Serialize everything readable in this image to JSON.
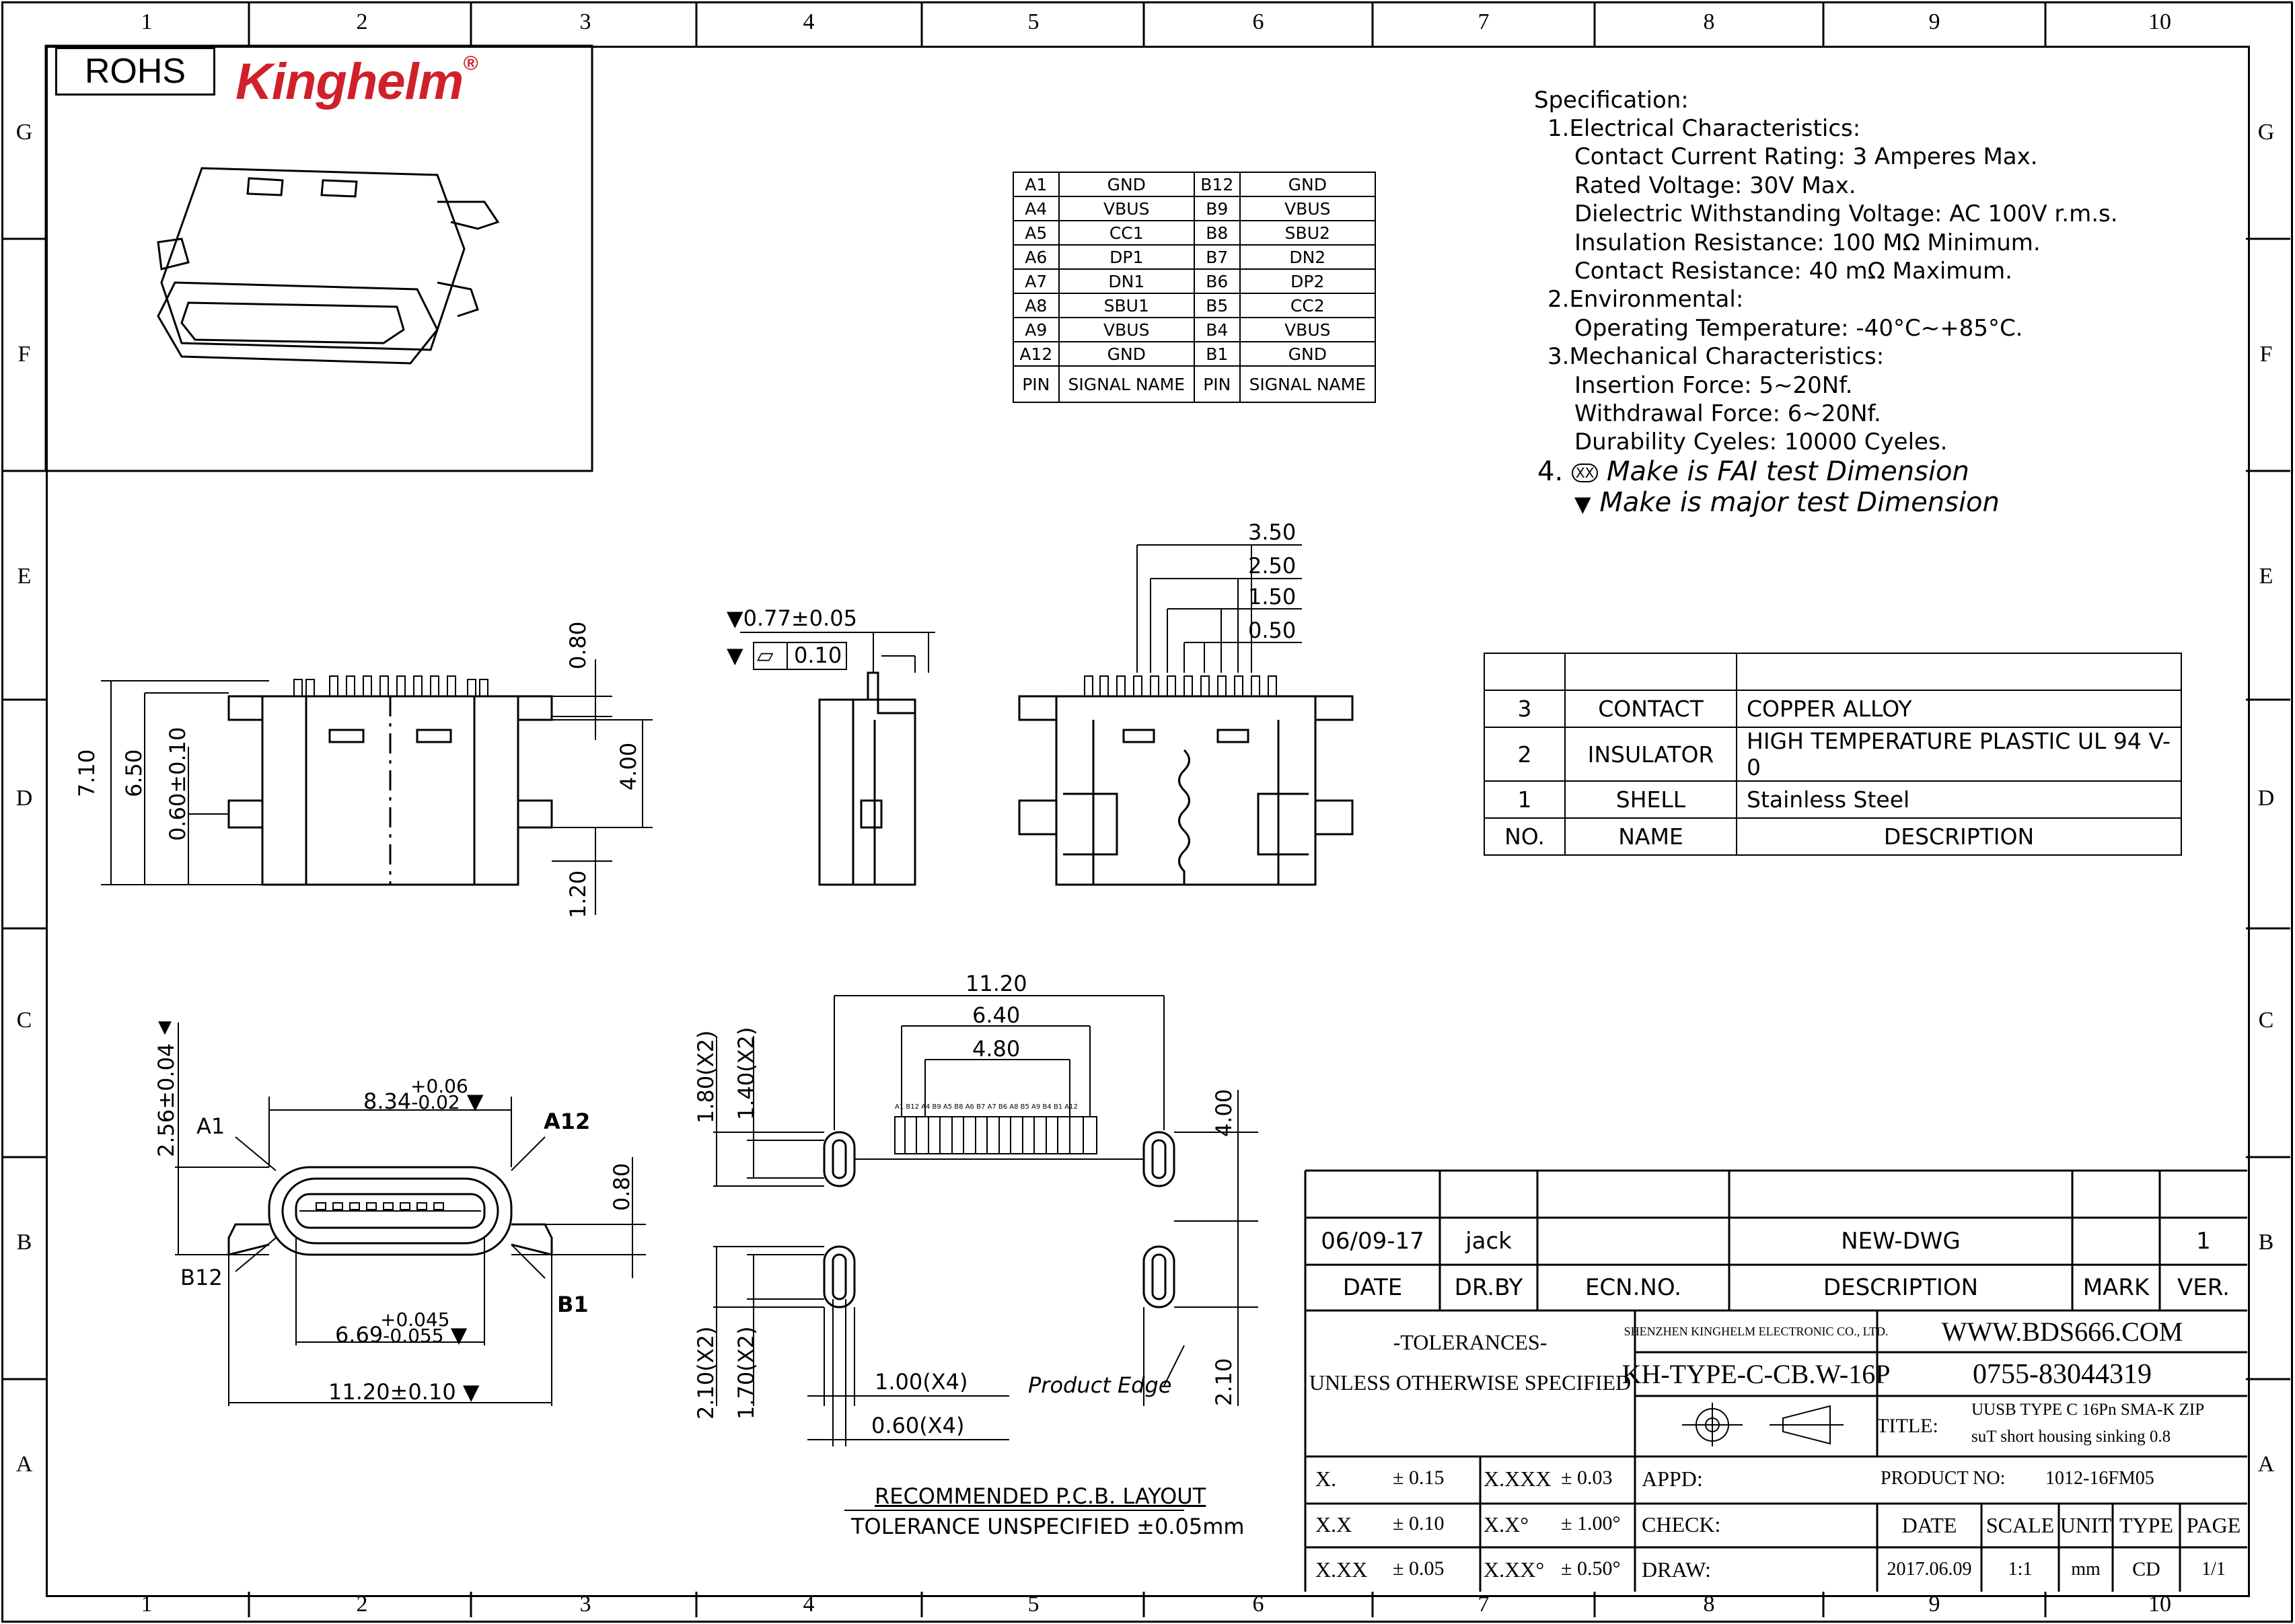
{
  "border": {
    "columns": [
      "1",
      "2",
      "3",
      "4",
      "5",
      "6",
      "7",
      "8",
      "9",
      "10"
    ],
    "rows": [
      "G",
      "F",
      "E",
      "D",
      "C",
      "B",
      "A"
    ]
  },
  "logo": {
    "rohs": "ROHS",
    "brand": "Kinghelm",
    "reg": "®"
  },
  "pin_table": {
    "rows": [
      [
        "A1",
        "GND",
        "B12",
        "GND"
      ],
      [
        "A4",
        "VBUS",
        "B9",
        "VBUS"
      ],
      [
        "A5",
        "CC1",
        "B8",
        "SBU2"
      ],
      [
        "A6",
        "DP1",
        "B7",
        "DN2"
      ],
      [
        "A7",
        "DN1",
        "B6",
        "DP2"
      ],
      [
        "A8",
        "SBU1",
        "B5",
        "CC2"
      ],
      [
        "A9",
        "VBUS",
        "B4",
        "VBUS"
      ],
      [
        "A12",
        "GND",
        "B1",
        "GND"
      ]
    ],
    "header": [
      "PIN",
      "SIGNAL NAME",
      "PIN",
      "SIGNAL NAME"
    ]
  },
  "spec": {
    "lines": [
      "Specification:",
      "1.Electrical Characteristics:",
      "Contact Current Rating: 3 Amperes Max.",
      "Rated Voltage:  30V Max.",
      "Dielectric Withstanding Voltage: AC 100V r.m.s.",
      "Insulation Resistance: 100 MΩ Minimum.",
      "Contact Resistance: 40 mΩ Maximum.",
      "2.Environmental:",
      "Operating Temperature: -40°C~+85°C.",
      "3.Mechanical Characteristics:",
      "Insertion Force: 5~20Nf.",
      "Withdrawal Force: 6~20Nf.",
      "Durability Cyeles: 10000 Cyeles."
    ],
    "note4_prefix": "4.",
    "note4_symbol": "XX",
    "note4": "Make is FAI test Dimension",
    "note5_symbol": "▼",
    "note5": "Make is major test Dimension"
  },
  "bom": {
    "rows": [
      [
        "3",
        "CONTACT",
        "COPPER ALLOY"
      ],
      [
        "2",
        "INSULATOR",
        "HIGH TEMPERATURE PLASTIC UL 94 V-0"
      ],
      [
        "1",
        "SHELL",
        "Stainless Steel"
      ]
    ],
    "header": [
      "NO.",
      "NAME",
      "DESCRIPTION"
    ]
  },
  "dims": {
    "top_h1": "7.10",
    "top_h2": "6.50",
    "top_h3": "0.60±0.10",
    "top_r1": "0.80",
    "top_r2": "4.00",
    "top_r3": "1.20",
    "side_t1": "0.77±0.05",
    "side_flat_sym": "▱",
    "side_flat": "0.10",
    "rear_p1": "3.50",
    "rear_p2": "2.50",
    "rear_p3": "1.50",
    "rear_p4": "0.50",
    "front_h": "2.56±0.04",
    "front_w_tol_up": "+0.06",
    "front_w": "8.34",
    "front_w_tol_dn": "-0.02",
    "front_a1": "A1",
    "front_a12": "A12",
    "front_b12": "B12",
    "front_b1": "B1",
    "front_r": "0.80",
    "front_w2_tol_up": "+0.045",
    "front_w2": "6.69",
    "front_w2_tol_dn": "-0.055",
    "front_w3": "11.20±0.10",
    "pcb_w1": "11.20",
    "pcb_w2": "6.40",
    "pcb_w3": "4.80",
    "pcb_l1": "1.80(X2)",
    "pcb_l2": "1.40(X2)",
    "pcb_l3": "2.10(X2)",
    "pcb_l4": "1.70(X2)",
    "pcb_r1": "4.00",
    "pcb_r2": "2.10",
    "pcb_b1": "1.00(X4)",
    "pcb_b2": "0.60(X4)",
    "pcb_edge": "Product Edge",
    "pcb_pins": "A1 B12 A4 B9 A5 B8 A6 B7 A7 B6 A8 B5 A9 B4 B1 A12",
    "pcb_title": "RECOMMENDED  P.C.B.  LAYOUT",
    "pcb_tol": "TOLERANCE  UNSPECIFIED  ±0.05mm"
  },
  "titleblock": {
    "rev_date": "06/09-17",
    "rev_by": "jack",
    "rev_desc": "NEW-DWG",
    "rev_ver": "1",
    "h_date": "DATE",
    "h_drby": "DR.BY",
    "h_ecn": "ECN.NO.",
    "h_desc": "DESCRIPTION",
    "h_mark": "MARK",
    "h_ver": "VER.",
    "tol1": "-TOLERANCES-",
    "tol2": "UNLESS OTHERWISE SPECIFIED",
    "company": "SHENZHEN KINGHELM ELECTRONIC CO., LTD.",
    "website": "WWW.BDS666.COM",
    "part": "KH-TYPE-C-CB.W-16P",
    "phone": "0755-83044319",
    "title_label": "TITLE:",
    "title1": "UUSB TYPE C 16Pn SMA-K ZIP",
    "title2": "suT short housing sinking 0.8",
    "t_x": "X.",
    "t_x_v": "± 0.15",
    "t_xxx": "X.XXX",
    "t_xxx_v": "± 0.03",
    "t_xx": "X.X",
    "t_xx_v": "± 0.10",
    "t_xd": "X.X°",
    "t_xd_v": "± 1.00°",
    "t_xxx2": "X.XX",
    "t_xxx2_v": "± 0.05",
    "t_xxd": "X.XX°",
    "t_xxd_v": "± 0.50°",
    "appd": "APPD:",
    "product_no_label": "PRODUCT NO:",
    "product_no": "1012-16FM05",
    "check": "CHECK:",
    "h2_date": "DATE",
    "h2_scale": "SCALE",
    "h2_unit": "UNIT",
    "h2_type": "TYPE",
    "h2_page": "PAGE",
    "draw": "DRAW:",
    "v_date": "2017.06.09",
    "v_scale": "1:1",
    "v_unit": "mm",
    "v_type": "CD",
    "v_page": "1/1"
  }
}
